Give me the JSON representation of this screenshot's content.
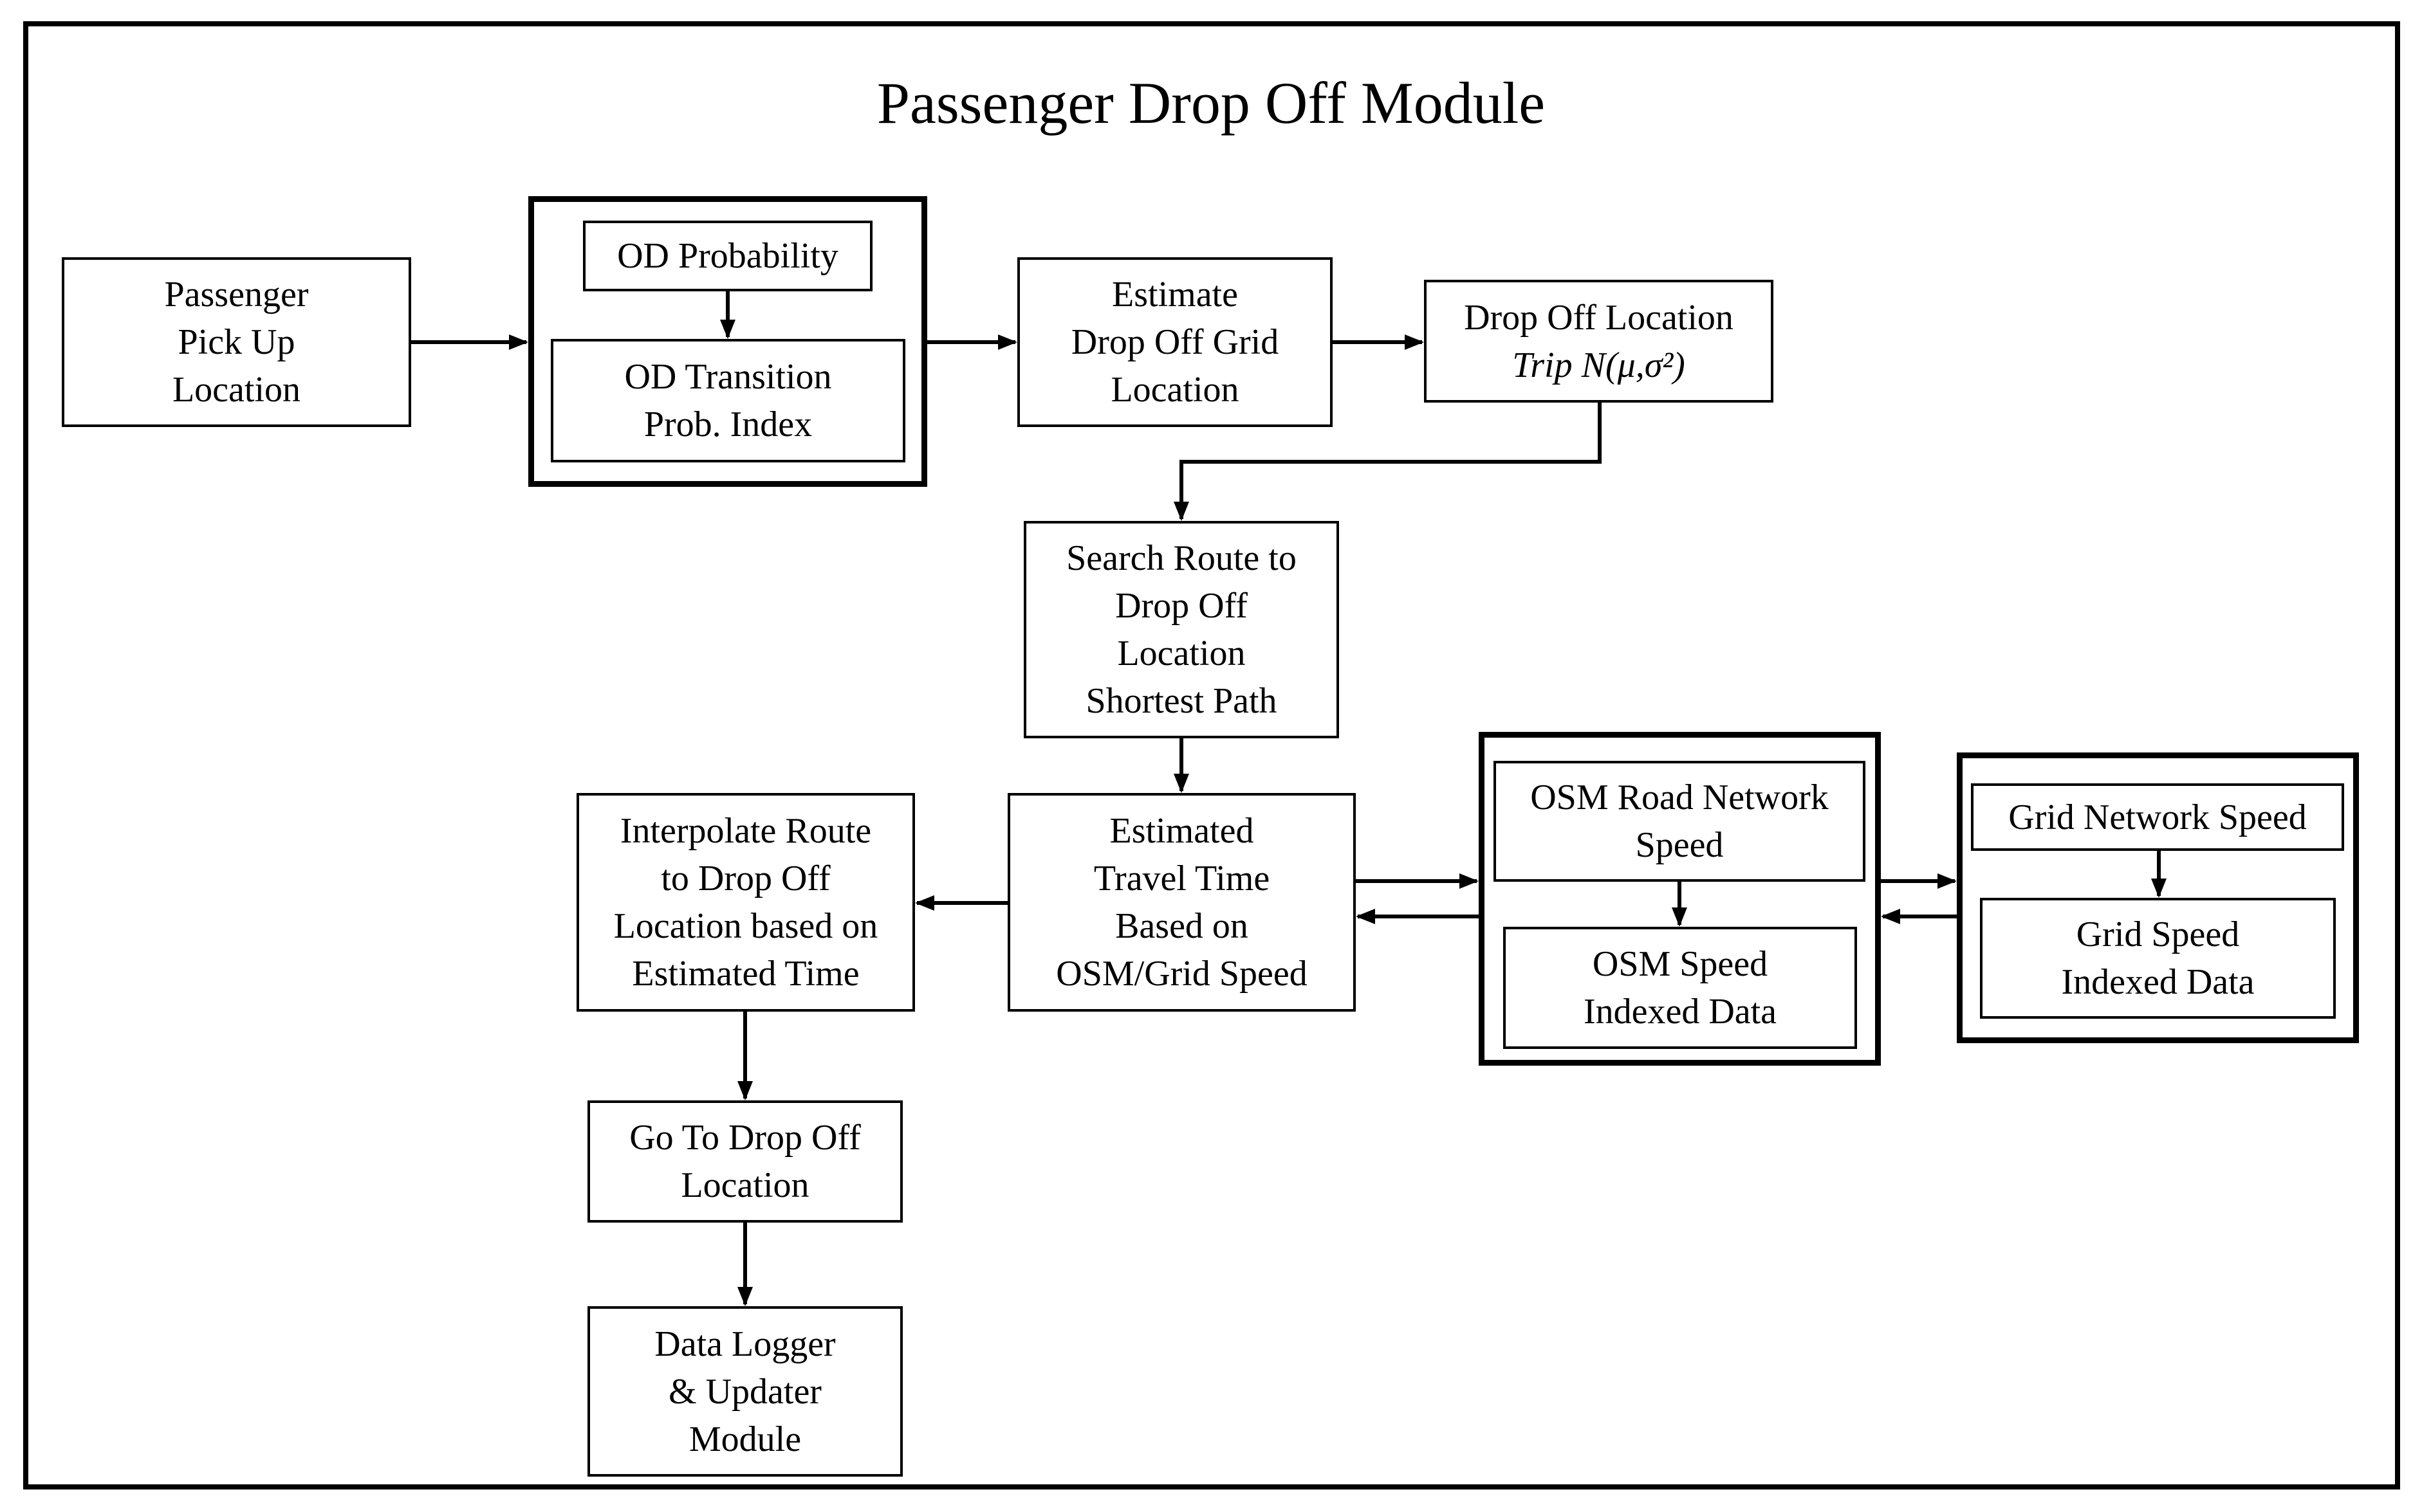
{
  "title": "Passenger Drop Off Module",
  "boxes": {
    "pickup": {
      "lines": [
        "Passenger",
        "Pick Up",
        "Location"
      ]
    },
    "od_probability": {
      "lines": [
        "OD Probability"
      ]
    },
    "od_transition": {
      "lines": [
        "OD Transition",
        "Prob. Index"
      ]
    },
    "estimate_grid": {
      "lines": [
        "Estimate",
        "Drop Off Grid",
        "Location"
      ]
    },
    "dropoff_location": {
      "line1": "Drop Off Location",
      "trip_label": "Trip N(μ,σ²)"
    },
    "search_route": {
      "lines": [
        "Search Route to",
        "Drop Off",
        "Location",
        "Shortest Path"
      ]
    },
    "estimated_travel": {
      "lines": [
        "Estimated",
        "Travel  Time",
        "Based on",
        "OSM/Grid Speed"
      ]
    },
    "interpolate": {
      "lines": [
        "Interpolate Route",
        "to Drop Off",
        "Location based on",
        "Estimated Time"
      ]
    },
    "goto_dropoff": {
      "lines": [
        "Go To Drop Off",
        "Location"
      ]
    },
    "data_logger": {
      "lines": [
        "Data Logger",
        "& Updater",
        "Module"
      ]
    },
    "osm_road": {
      "lines": [
        "OSM Road Network",
        "Speed"
      ]
    },
    "osm_speed_indexed": {
      "lines": [
        "OSM Speed",
        "Indexed Data"
      ]
    },
    "grid_network": {
      "lines": [
        "Grid Network Speed"
      ]
    },
    "grid_speed_indexed": {
      "lines": [
        "Grid Speed",
        "Indexed Data"
      ]
    }
  }
}
